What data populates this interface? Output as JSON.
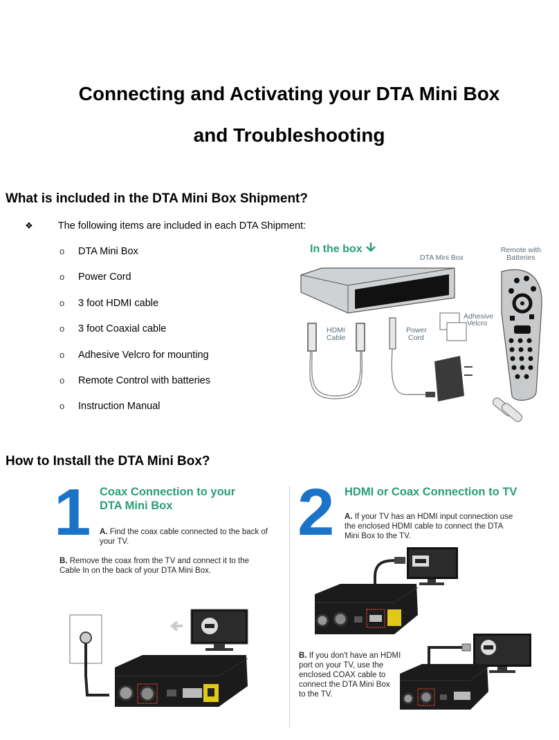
{
  "title": {
    "line1": "Connecting and Activating your DTA Mini Box",
    "line2": "and Troubleshooting"
  },
  "included": {
    "heading": "What is included in the DTA Mini Box Shipment?",
    "bullet_symbol": "❖",
    "intro": "The following items are included in each DTA Shipment:",
    "item_marker": "o",
    "items": [
      "DTA Mini Box",
      "Power Cord",
      "3 foot HDMI cable",
      "3 foot Coaxial cable",
      "Adhesive Velcro for mounting",
      "Remote Control with batteries",
      "Instruction Manual"
    ]
  },
  "box_illustration": {
    "header": "In the box",
    "labels": {
      "dta": "DTA Mini Box",
      "remote_l1": "Remote with",
      "remote_l2": "Batteries",
      "hdmi_l1": "HDMI",
      "hdmi_l2": "Cable",
      "power_l1": "Power",
      "power_l2": "Cord",
      "velcro_l1": "Adhesive",
      "velcro_l2": "Velcro"
    }
  },
  "install": {
    "heading": "How to Install the DTA Mini Box?",
    "step1": {
      "number": "1",
      "title_l1": "Coax Connection to your",
      "title_l2": "DTA Mini Box",
      "a_label": "A.",
      "a_l1": " Find the coax cable connected to the back of",
      "a_l2": "your TV.",
      "b_label": "B.",
      "b_l1": " Remove the coax from the TV and connect it to the",
      "b_l2": "Cable In on the back of your DTA Mini Box."
    },
    "step2": {
      "number": "2",
      "title": "HDMI or Coax Connection to TV",
      "a_label": "A.",
      "a_l1": " If your TV has an HDMI input connection use",
      "a_l2": "the enclosed HDMI cable to connect the DTA",
      "a_l3": "Mini Box to the TV.",
      "b_label": "B.",
      "b_l1": " If you don't have an HDMI",
      "b_l2": "port on your TV, use the",
      "b_l3": "enclosed COAX cable to",
      "b_l4": "connect the DTA Mini Box",
      "b_l5": "to the TV."
    }
  },
  "colors": {
    "accent_green": "#2a9d77",
    "step_blue": "#1a73c8"
  }
}
